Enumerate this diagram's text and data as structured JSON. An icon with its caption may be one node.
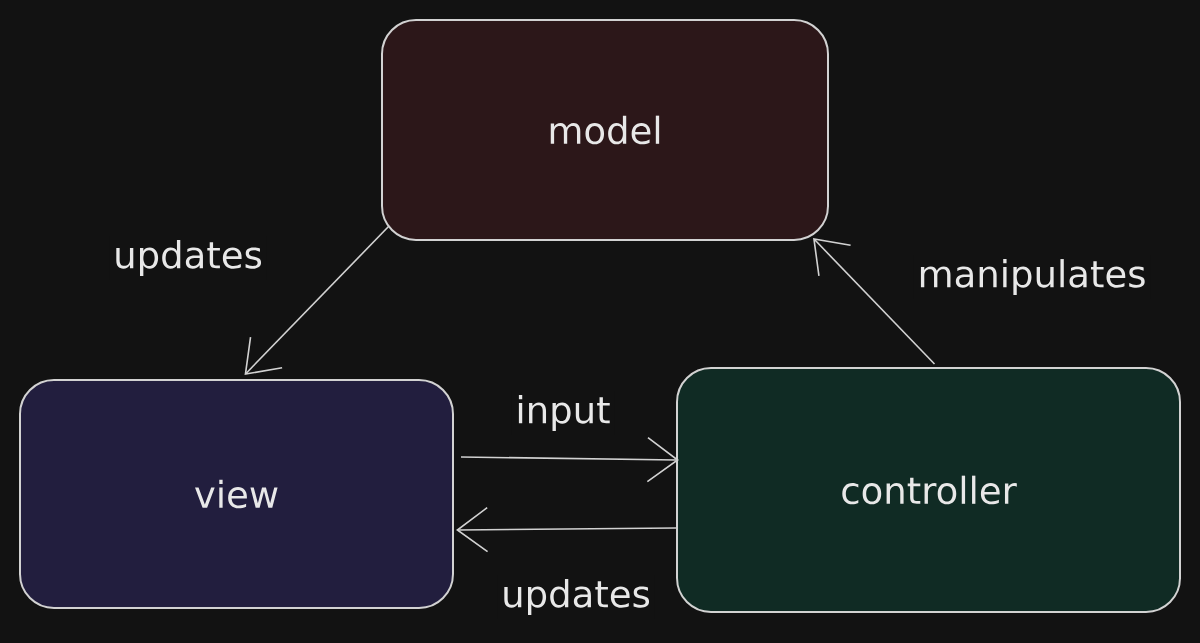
{
  "diagram": {
    "nodes": [
      {
        "text": [
          "model"
        ]
      },
      {
        "text": [
          "view"
        ]
      },
      {
        "text": [
          "controller"
        ]
      }
    ],
    "edges": [
      {
        "from": 0,
        "to": 1,
        "arrow": "to",
        "label": "updates"
      },
      {
        "from": 2,
        "to": 0,
        "arrow": "to",
        "label": "manipulates"
      },
      {
        "from": 1,
        "to": 2,
        "arrow": "to",
        "label": "input"
      },
      {
        "from": 2,
        "to": 1,
        "arrow": "to",
        "label": "updates"
      }
    ]
  }
}
